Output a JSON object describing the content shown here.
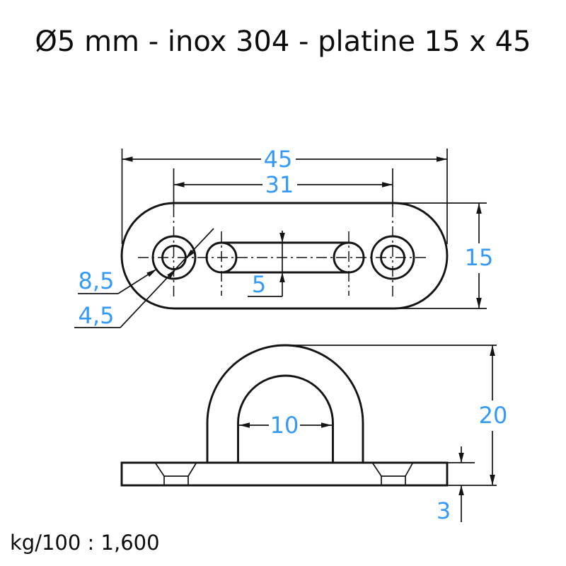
{
  "title": "Ø5 mm - inox 304 - platine 15 x 45",
  "footer": {
    "weight_label": "kg/100 : 1,600"
  },
  "colors": {
    "dimension_text_blue": "#3399fa",
    "line_black": "#141414",
    "background": "#ffffff"
  },
  "top_view": {
    "description": "plan view of oblong plate with two countersunk holes and central slot",
    "dimensions": {
      "overall_length": "45",
      "hole_spacing": "31",
      "plate_width": "15",
      "counterbore_diameter": "8,5",
      "hole_diameter": "4,5",
      "slot_width": "5"
    }
  },
  "side_view": {
    "description": "front view of eye loop welded on plate",
    "dimensions": {
      "eye_inner_width": "10",
      "overall_height": "20",
      "plate_thickness": "3"
    }
  }
}
